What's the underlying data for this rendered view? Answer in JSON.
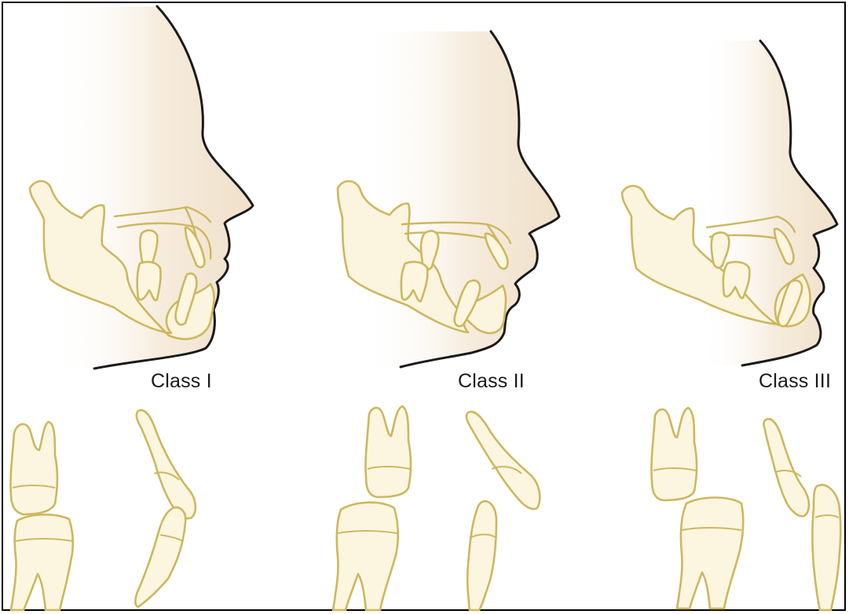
{
  "colors": {
    "background": "#ffffff",
    "border": "#000000",
    "profile_outline": "#1a1a1a",
    "skeletal_outline": "#cdb75e",
    "tooth_fill": "#fcf6e0",
    "skin_shade": "#f1e4d0"
  },
  "panels": [
    {
      "label": "Class I"
    },
    {
      "label": "Class II"
    },
    {
      "label": "Class III"
    }
  ]
}
